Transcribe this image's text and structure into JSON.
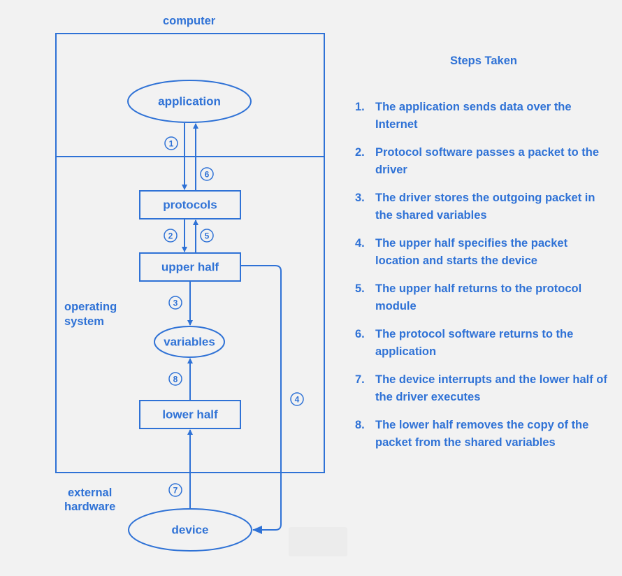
{
  "labels": {
    "computer": "computer",
    "operating_system": [
      "operating",
      "system"
    ],
    "external_hardware": [
      "external",
      "hardware"
    ]
  },
  "nodes": {
    "application": "application",
    "protocols": "protocols",
    "upper_half": "upper half",
    "variables": "variables",
    "lower_half": "lower half",
    "device": "device"
  },
  "step_markers": [
    "1",
    "2",
    "3",
    "4",
    "5",
    "6",
    "7",
    "8"
  ],
  "steps_title": "Steps Taken",
  "steps": [
    {
      "num": "1.",
      "text": "The application sends data over the Internet"
    },
    {
      "num": "2.",
      "text": "Protocol software passes a packet to the driver"
    },
    {
      "num": "3.",
      "text": "The driver stores the outgoing packet in the shared variables"
    },
    {
      "num": "4.",
      "text": "The upper half specifies the packet location and starts the device"
    },
    {
      "num": "5.",
      "text": "The upper half returns to the protocol module"
    },
    {
      "num": "6.",
      "text": "The protocol software returns to the application"
    },
    {
      "num": "7.",
      "text": "The device interrupts and the lower half of the driver executes"
    },
    {
      "num": "8.",
      "text": "The lower half removes the copy of the packet from the shared variables"
    }
  ],
  "colors": {
    "accent": "#2f72d6",
    "background": "#f2f2f2"
  }
}
